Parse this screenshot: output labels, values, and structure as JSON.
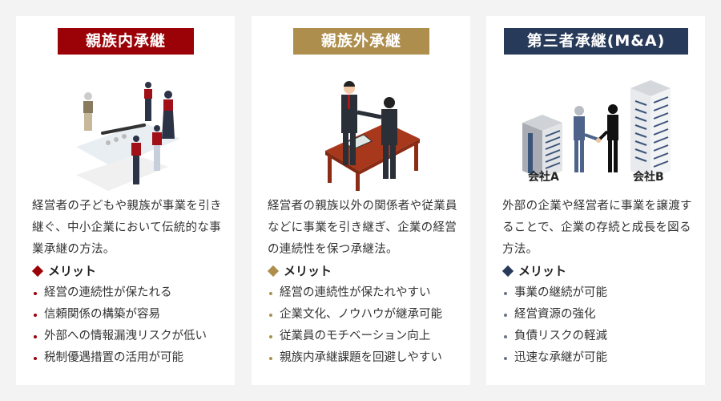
{
  "cards": [
    {
      "title": "親族内承継",
      "accent": "#9b0208",
      "illustration": "family-gathering-around-document",
      "description": "経営者の子どもや親族が事業を引き継ぐ、中小企業において伝統的な事業承継の方法。",
      "merit_label": "メリット",
      "merits": [
        "経営の連続性が保たれる",
        "信頼関係の構築が容易",
        "外部への情報漏洩リスクが低い",
        "税制優遇措置の活用が可能"
      ]
    },
    {
      "title": "親族外承継",
      "accent": "#ad8e4d",
      "illustration": "businessmen-handshake-at-desk",
      "description": "経営者の親族以外の関係者や従業員などに事業を引き継ぎ、企業の経営の連続性を保つ承継法。",
      "merit_label": "メリット",
      "merits": [
        "経営の連続性が保たれやすい",
        "企業文化、ノウハウが継承可能",
        "従業員のモチベーション向上",
        "親族内承継課題を回避しやすい"
      ]
    },
    {
      "title": "第三者承継(M&A)",
      "accent": "#283a5a",
      "illustration": "two-companies-handshake",
      "company_a": "会社A",
      "company_b": "会社B",
      "description": "外部の企業や経営者に事業を譲渡することで、企業の存続と成長を図る方法。",
      "merit_label": "メリット",
      "merits": [
        "事業の継続が可能",
        "経営資源の強化",
        "負債リスクの軽減",
        "迅速な承継が可能"
      ]
    }
  ]
}
